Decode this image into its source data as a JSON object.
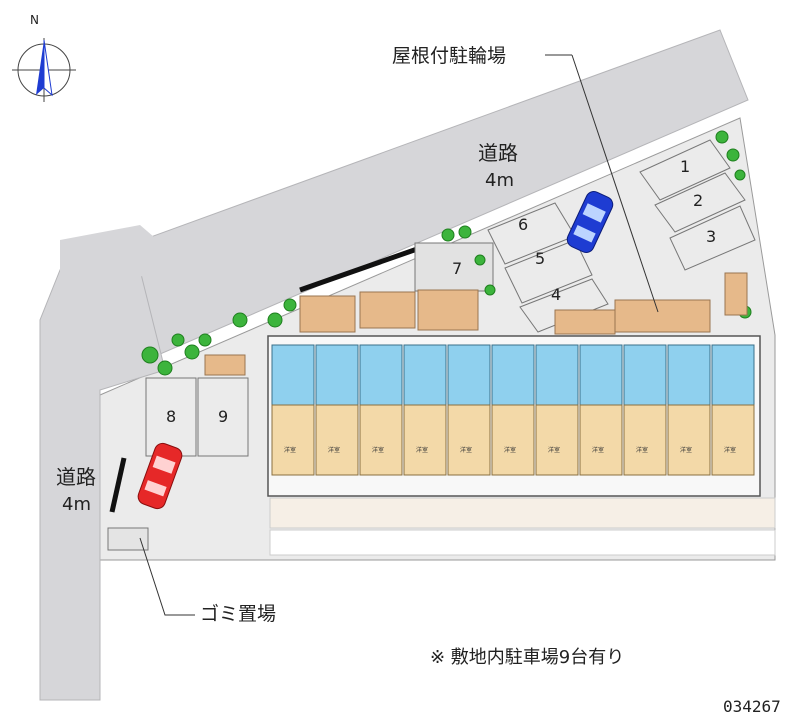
{
  "compass": {
    "north_label": "N",
    "icon": "compass-icon"
  },
  "roads": {
    "top": {
      "name": "道路",
      "width": "4m"
    },
    "left": {
      "name": "道路",
      "width": "4m"
    }
  },
  "callouts": {
    "bicycle_parking": "屋根付駐輪場",
    "garbage": "ゴミ置場"
  },
  "parking_spaces": [
    "1",
    "2",
    "3",
    "4",
    "5",
    "6",
    "7",
    "8",
    "9"
  ],
  "note": "※ 敷地内駐車場9台有り",
  "property_id": "034267",
  "unit_label": "洋室",
  "colors": {
    "road": "#d6d6d9",
    "lot": "#ebebeb",
    "building_blue": "#8fd0ee",
    "building_tan": "#f3d9a8",
    "tree_green": "#3cb43c",
    "bike_shelter": "#e6b98a",
    "car_blue": "#1e3cd2",
    "car_red": "#e62828",
    "gravel": "#f6efe6"
  }
}
